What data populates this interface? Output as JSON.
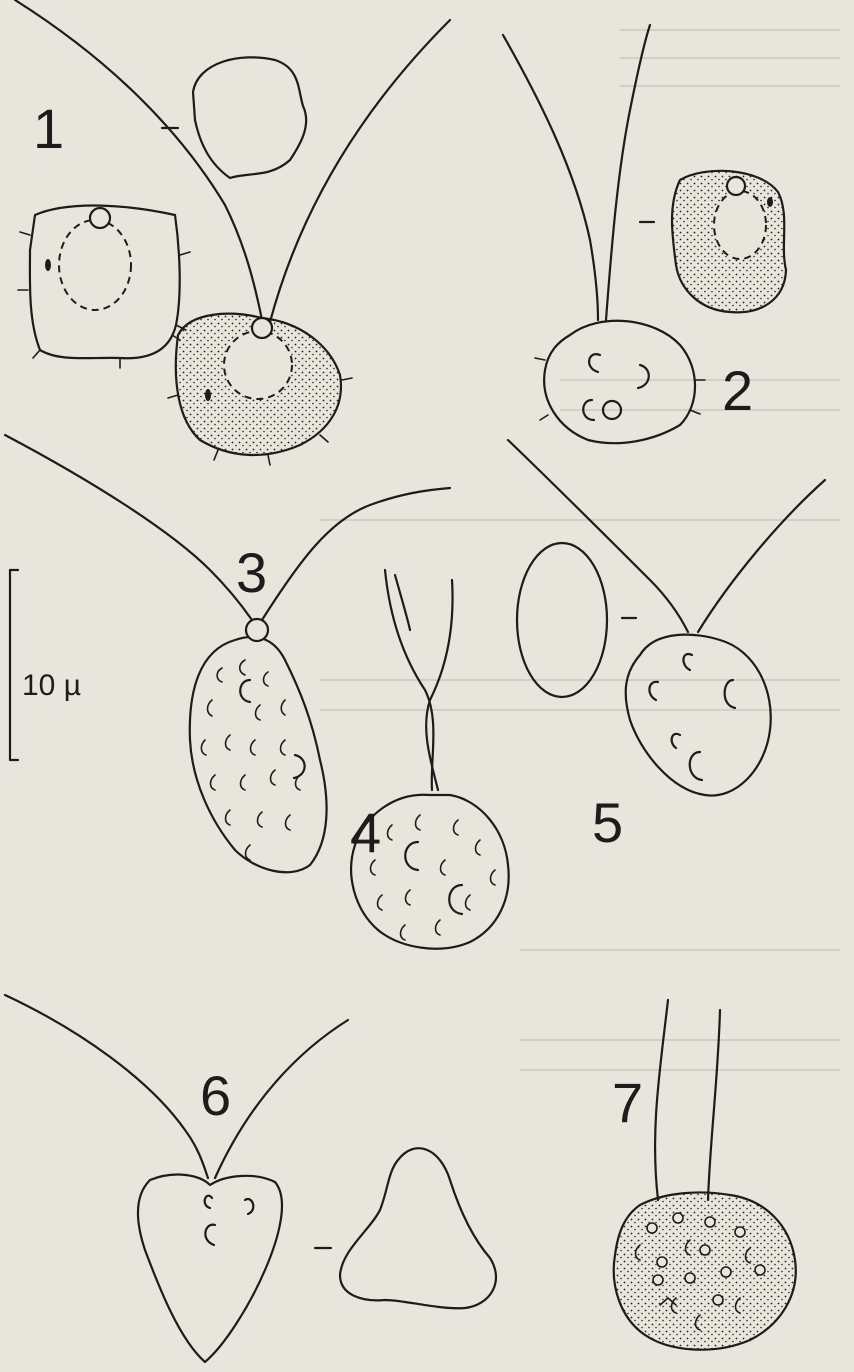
{
  "figures": [
    {
      "number": "1"
    },
    {
      "number": "2"
    },
    {
      "number": "3"
    },
    {
      "number": "4"
    },
    {
      "number": "5"
    },
    {
      "number": "6"
    },
    {
      "number": "7"
    }
  ],
  "scale_bar": {
    "label": "10 µ"
  }
}
